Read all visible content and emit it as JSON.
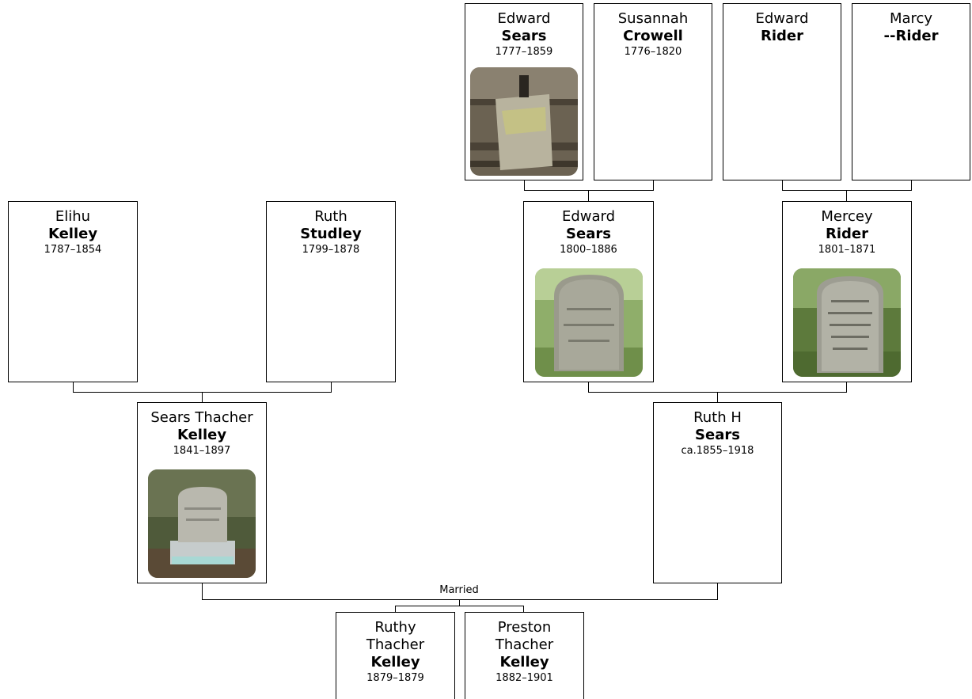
{
  "people": {
    "edward_sears_1777": {
      "given": "Edward",
      "surname": "Sears",
      "dates": "1777–1859",
      "photo": "gravestone-photo"
    },
    "susannah_crowell": {
      "given": "Susannah",
      "surname": "Crowell",
      "dates": "1776–1820"
    },
    "edward_rider": {
      "given": "Edward",
      "surname": "Rider",
      "dates": ""
    },
    "marcy_rider": {
      "given": "Marcy",
      "surname": "--Rider",
      "dates": ""
    },
    "elihu_kelley": {
      "given": "Elihu",
      "surname": "Kelley",
      "dates": "1787–1854"
    },
    "ruth_studley": {
      "given": "Ruth",
      "surname": "Studley",
      "dates": "1799–1878"
    },
    "edward_sears_1800": {
      "given": "Edward",
      "surname": "Sears",
      "dates": "1800–1886",
      "photo": "gravestone-photo"
    },
    "mercey_rider": {
      "given": "Mercey",
      "surname": "Rider",
      "dates": "1801–1871",
      "photo": "gravestone-photo"
    },
    "sears_thacher_kelley": {
      "given": "Sears Thacher",
      "surname": "Kelley",
      "dates": "1841–1897",
      "photo": "gravestone-photo"
    },
    "ruth_h_sears": {
      "given": "Ruth H",
      "surname": "Sears",
      "dates": "ca.1855–1918"
    },
    "ruthy_thacher_kelley": {
      "given_line1": "Ruthy",
      "given_line2": "Thacher",
      "surname": "Kelley",
      "dates": "1879–1879"
    },
    "preston_thacher_kelley": {
      "given_line1": "Preston",
      "given_line2": "Thacher",
      "surname": "Kelley",
      "dates": "1882–1901"
    }
  },
  "relationship_label": "Married",
  "colors": {
    "border": "#000000",
    "background": "#ffffff"
  }
}
